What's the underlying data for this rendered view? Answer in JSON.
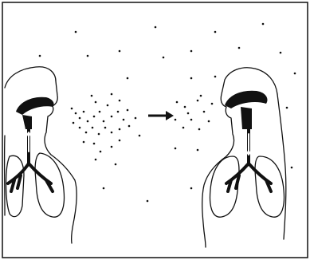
{
  "illustration": {
    "subject": "airborne-transmission",
    "ink_color": "#111111",
    "background_color": "#ffffff",
    "figures": [
      "source-person",
      "recipient-person"
    ],
    "arrow_icon": "right-arrow-icon",
    "arrow_direction": "right"
  }
}
